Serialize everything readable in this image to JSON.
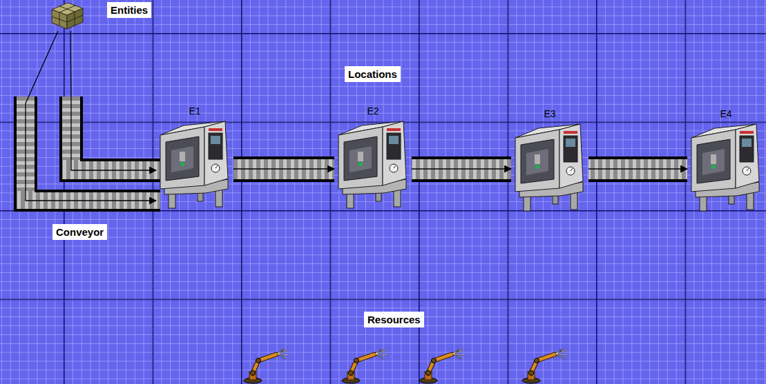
{
  "diagram": {
    "nodes": [
      {
        "text": [
          "Entities"
        ]
      },
      {
        "text": [
          "Locations"
        ]
      },
      {
        "text": [
          "E1"
        ]
      },
      {
        "text": [
          "E2"
        ]
      },
      {
        "text": [
          "E3"
        ]
      },
      {
        "text": [
          "E4"
        ]
      },
      {
        "text": [
          "Conveyor"
        ]
      },
      {
        "text": [
          "Resources"
        ]
      }
    ],
    "edges": [
      {
        "from": 0,
        "to": 2,
        "arrow": "to"
      },
      {
        "from": 0,
        "to": 2,
        "arrow": "to"
      },
      {
        "from": 2,
        "to": 3,
        "arrow": "to"
      },
      {
        "from": 3,
        "to": 4,
        "arrow": "to"
      },
      {
        "from": 4,
        "to": 5,
        "arrow": "to"
      }
    ]
  }
}
